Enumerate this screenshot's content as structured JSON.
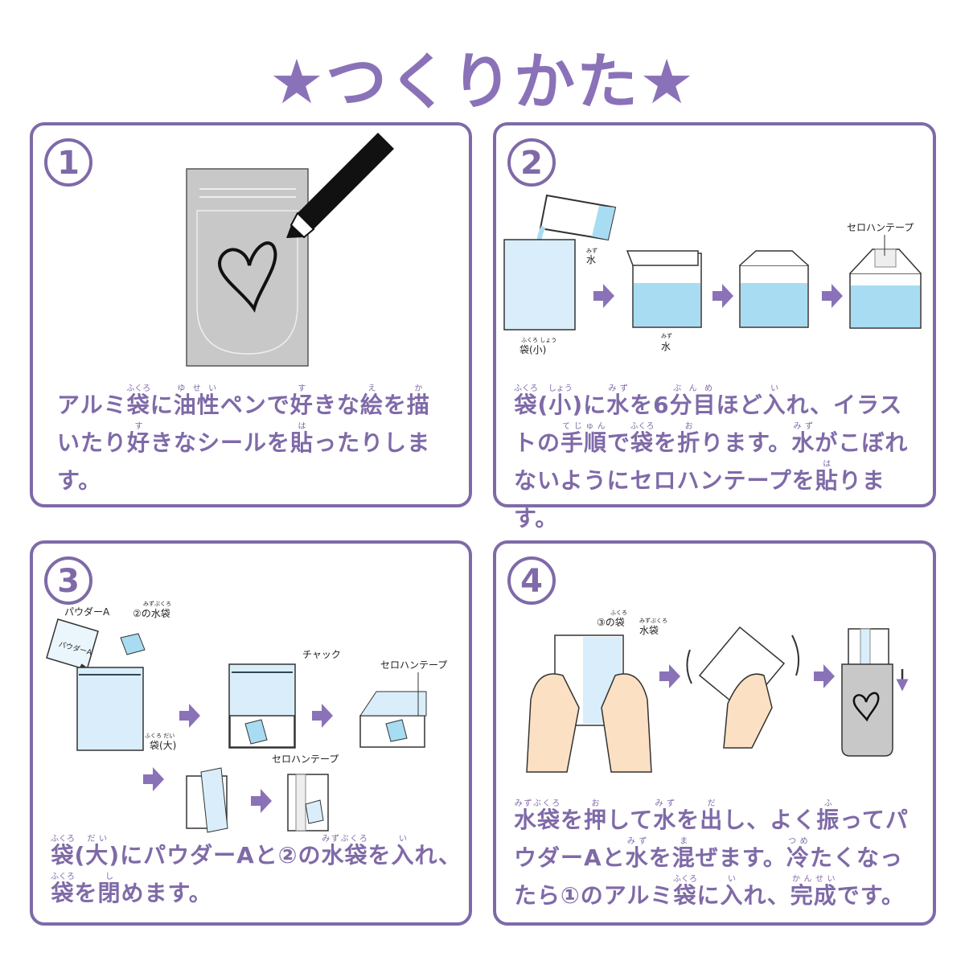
{
  "title": "★つくりかた★",
  "colors": {
    "accent": "#7f6aa8",
    "water": "#a8dcf2",
    "bag": "#d9eefa",
    "pouch": "#c8c8c8"
  },
  "steps": [
    {
      "number": "1",
      "text": [
        {
          "t": "アルミ"
        },
        {
          "t": "袋",
          "r": "ふくろ"
        },
        {
          "t": "に"
        },
        {
          "t": "油性",
          "r": "ゆせい"
        },
        {
          "t": "ペンで"
        },
        {
          "t": "好",
          "r": "す"
        },
        {
          "t": "きな"
        },
        {
          "t": "絵",
          "r": "え"
        },
        {
          "t": "を"
        },
        {
          "t": "描",
          "r": "か"
        },
        {
          "t": "いたり"
        },
        {
          "t": "好",
          "r": "す"
        },
        {
          "t": "きなシールを"
        },
        {
          "t": "貼",
          "r": "は"
        },
        {
          "t": "ったりします。"
        }
      ]
    },
    {
      "number": "2",
      "labels": {
        "water": "水",
        "water_ruby": "みず",
        "small_bag": "袋(小)",
        "small_bag_ruby": "ふくろ しょう",
        "tape": "セロハンテープ"
      },
      "text": [
        {
          "t": "袋",
          "r": "ふくろ"
        },
        {
          "t": "("
        },
        {
          "t": "小",
          "r": "しょう"
        },
        {
          "t": ")に"
        },
        {
          "t": "水",
          "r": "みず"
        },
        {
          "t": "を6"
        },
        {
          "t": "分目",
          "r": "ぶんめ"
        },
        {
          "t": "ほど"
        },
        {
          "t": "入",
          "r": "い"
        },
        {
          "t": "れ、イラストの"
        },
        {
          "t": "手順",
          "r": "てじゅん"
        },
        {
          "t": "で"
        },
        {
          "t": "袋",
          "r": "ふくろ"
        },
        {
          "t": "を"
        },
        {
          "t": "折",
          "r": "お"
        },
        {
          "t": "ります。"
        },
        {
          "t": "水",
          "r": "みず"
        },
        {
          "t": "がこぼれないようにセロハンテープを"
        },
        {
          "t": "貼",
          "r": "は"
        },
        {
          "t": "ります。"
        }
      ]
    },
    {
      "number": "3",
      "labels": {
        "powder": "パウダーA",
        "powder_pack": "パウダーA",
        "water_bag": "②の水袋",
        "water_bag_ruby": "みずぶくろ",
        "big_bag": "袋(大)",
        "big_bag_ruby": "ふくろ だい",
        "zipper": "チャック",
        "tape1": "セロハンテープ",
        "tape2": "セロハンテープ"
      },
      "text": [
        {
          "t": "袋",
          "r": "ふくろ"
        },
        {
          "t": "("
        },
        {
          "t": "大",
          "r": "だい"
        },
        {
          "t": ")にパウダーAと②の"
        },
        {
          "t": "水袋",
          "r": "みずぶくろ"
        },
        {
          "t": "を"
        },
        {
          "t": "入",
          "r": "い"
        },
        {
          "t": "れ、"
        },
        {
          "t": "袋",
          "r": "ふくろ"
        },
        {
          "t": "を"
        },
        {
          "t": "閉",
          "r": "し"
        },
        {
          "t": "めます。"
        }
      ]
    },
    {
      "number": "4",
      "labels": {
        "bag3": "③の袋",
        "bag3_ruby": "ふくろ",
        "water_bag": "水袋",
        "water_bag_ruby": "みずぶくろ"
      },
      "text": [
        {
          "t": "水袋",
          "r": "みずぶくろ"
        },
        {
          "t": "を"
        },
        {
          "t": "押",
          "r": "お"
        },
        {
          "t": "して"
        },
        {
          "t": "水",
          "r": "みず"
        },
        {
          "t": "を"
        },
        {
          "t": "出",
          "r": "だ"
        },
        {
          "t": "し、よく"
        },
        {
          "t": "振",
          "r": "ふ"
        },
        {
          "t": "ってパウダーAと"
        },
        {
          "t": "水",
          "r": "みず"
        },
        {
          "t": "を"
        },
        {
          "t": "混",
          "r": "ま"
        },
        {
          "t": "ぜます。"
        },
        {
          "t": "冷",
          "r": "つめ"
        },
        {
          "t": "たくなったら①のアルミ"
        },
        {
          "t": "袋",
          "r": "ふくろ"
        },
        {
          "t": "に"
        },
        {
          "t": "入",
          "r": "い"
        },
        {
          "t": "れ、"
        },
        {
          "t": "完成",
          "r": "かんせい"
        },
        {
          "t": "です。"
        }
      ]
    }
  ]
}
